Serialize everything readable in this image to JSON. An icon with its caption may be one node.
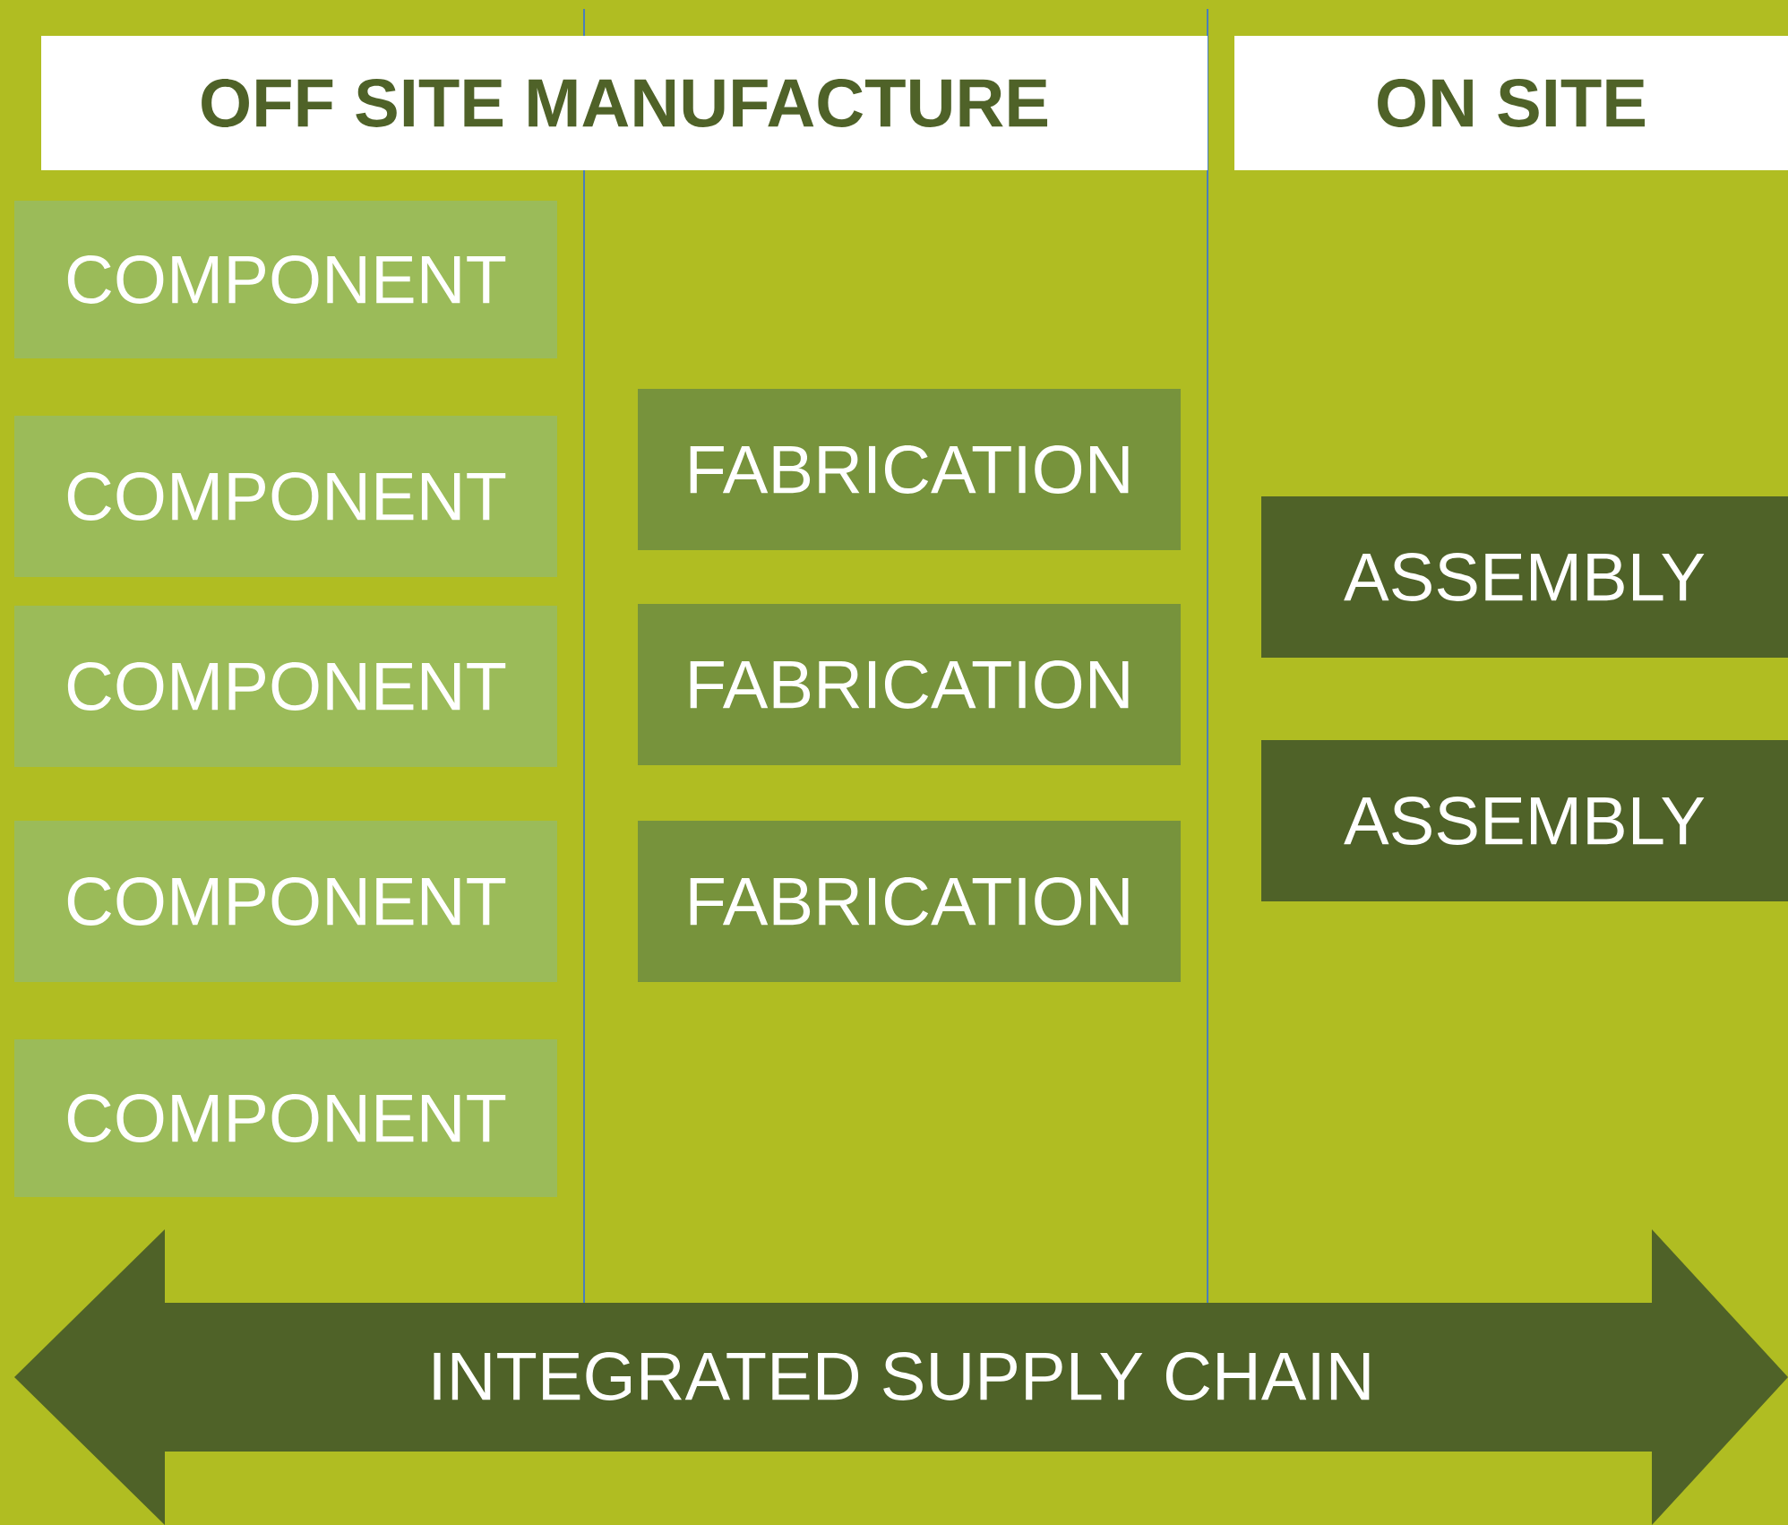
{
  "diagram": {
    "nodes": [
      {
        "text": [
          "OFF SITE MANUFACTURE"
        ]
      },
      {
        "text": [
          "ON SITE"
        ]
      },
      {
        "text": [
          "COMPONENT"
        ]
      },
      {
        "text": [
          "COMPONENT"
        ]
      },
      {
        "text": [
          "COMPONENT"
        ]
      },
      {
        "text": [
          "COMPONENT"
        ]
      },
      {
        "text": [
          "COMPONENT"
        ]
      },
      {
        "text": [
          "FABRICATION"
        ]
      },
      {
        "text": [
          "FABRICATION"
        ]
      },
      {
        "text": [
          "FABRICATION"
        ]
      },
      {
        "text": [
          "ASSEMBLY"
        ]
      },
      {
        "text": [
          "ASSEMBLY"
        ]
      },
      {
        "text": [
          "INTEGRATED SUPPLY CHAIN"
        ]
      }
    ]
  }
}
